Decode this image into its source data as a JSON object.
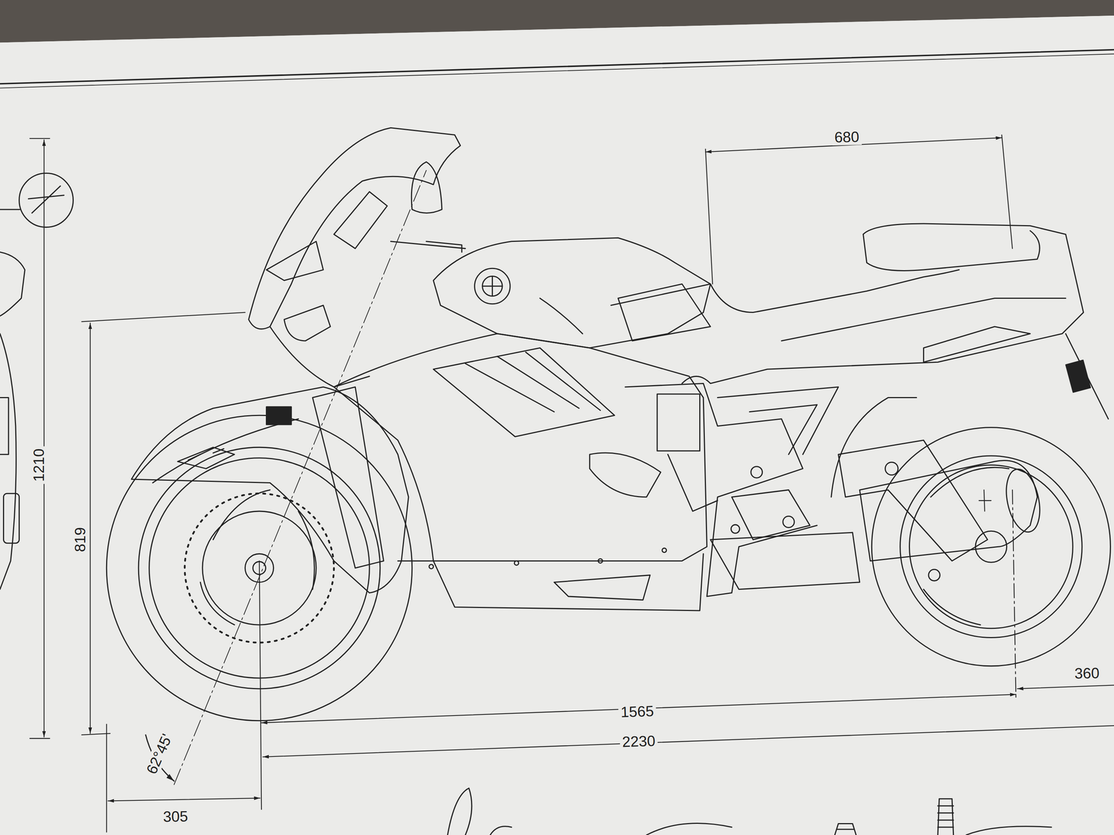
{
  "diagram": {
    "labels": [
      "680",
      "1210",
      "819",
      "1565",
      "2230",
      "360",
      "305",
      "62°45'"
    ]
  }
}
